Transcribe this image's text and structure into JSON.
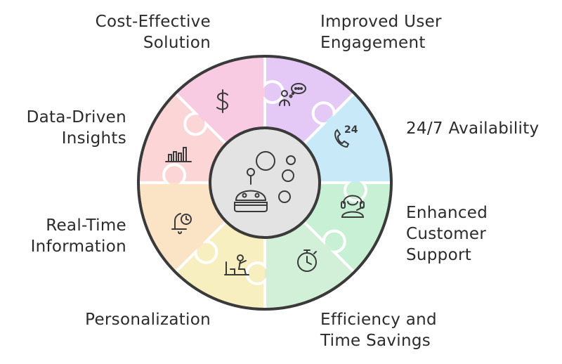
{
  "segments": [
    {
      "id": "cost",
      "lines": [
        "Cost-Effective",
        "Solution"
      ],
      "fill": "#e4c9f7",
      "icon": "dollar-icon"
    },
    {
      "id": "engagement",
      "lines": [
        "Improved User",
        "Engagement"
      ],
      "fill": "#c7e9f8",
      "icon": "chat-user-icon"
    },
    {
      "id": "availability",
      "lines": [
        "24/7 Availability"
      ],
      "fill": "#c8f0d4",
      "icon": "phone-24-icon"
    },
    {
      "id": "support",
      "lines": [
        "Enhanced",
        "Customer",
        "Support"
      ],
      "fill": "#d2f0d8",
      "icon": "support-agent-icon"
    },
    {
      "id": "efficiency",
      "lines": [
        "Efficiency and",
        "Time Savings"
      ],
      "fill": "#f7efbf",
      "icon": "stopwatch-icon"
    },
    {
      "id": "personal",
      "lines": [
        "Personalization"
      ],
      "fill": "#fbe3c6",
      "icon": "person-desk-icon"
    },
    {
      "id": "realtime",
      "lines": [
        "Real-Time",
        "Information"
      ],
      "fill": "#fcd6d6",
      "icon": "bell-clock-icon"
    },
    {
      "id": "data",
      "lines": [
        "Data-Driven",
        "Insights"
      ],
      "fill": "#f8cbe2",
      "icon": "bar-chart-icon"
    }
  ],
  "center": {
    "fill": "#e3e3e3",
    "icon": "chatbot-icon"
  },
  "colors": {
    "stroke": "#3a3a3a",
    "text": "#2b2b2b"
  }
}
